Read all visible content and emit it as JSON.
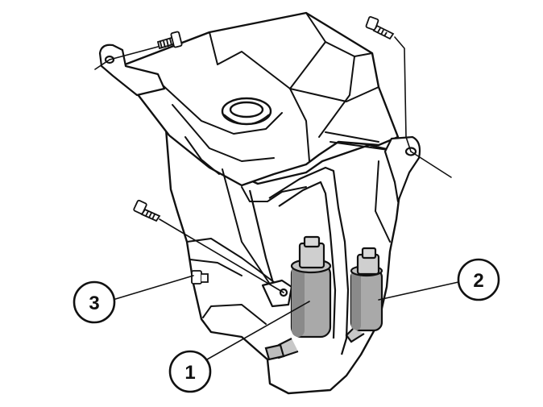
{
  "diagram": {
    "style": {
      "line_color": "#111111",
      "fill_color": "#ffffff",
      "pump_fill": "#a9a9a9",
      "pump_dark": "#6e6e6e"
    },
    "callouts": [
      {
        "label": "1",
        "refers_to": "front-washer-pump"
      },
      {
        "label": "2",
        "refers_to": "rear-washer-pump"
      },
      {
        "label": "3",
        "refers_to": "reservoir-mounting-nut"
      }
    ],
    "fasteners": [
      {
        "icon": "bolt-icon",
        "location": "top-left"
      },
      {
        "icon": "bolt-icon",
        "location": "top-right"
      },
      {
        "icon": "bolt-icon",
        "location": "middle-left"
      }
    ]
  }
}
